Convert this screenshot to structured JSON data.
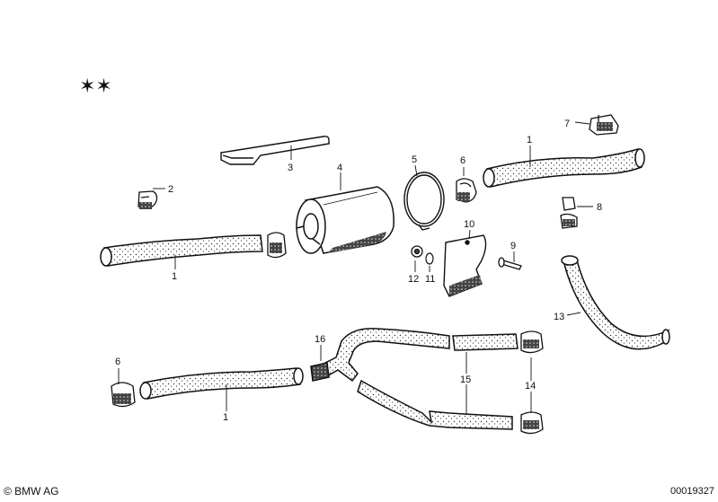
{
  "header": {
    "stars": "✶✶"
  },
  "callouts": {
    "hose_top_right": "1",
    "hose_left": "1",
    "hose_bottom": "1",
    "clip_small": "2",
    "bracket_strap": "3",
    "filter_canister": "4",
    "clamp_ring": "5",
    "clip_top": "6",
    "clip_bottom_left": "6",
    "bracket_top_right": "7",
    "clip_right": "8",
    "bolt": "9",
    "heat_shield": "10",
    "washer": "11",
    "nut": "12",
    "long_hose": "13",
    "clips_pair": "14",
    "hose_pair": "15",
    "y_connector": "16"
  },
  "footer": {
    "copyright": "© BMW AG",
    "document_number": "00019327"
  }
}
